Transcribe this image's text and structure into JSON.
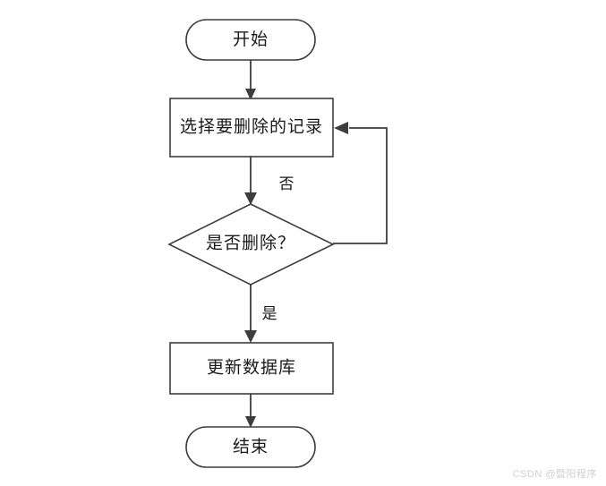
{
  "diagram": {
    "type": "flowchart",
    "title": "",
    "background_color": "#ffffff",
    "stroke_color": "#3d3d3d",
    "text_color": "#1a1a1a",
    "nodes": [
      {
        "id": "start",
        "shape": "terminator",
        "label": "开始"
      },
      {
        "id": "select",
        "shape": "process",
        "label": "选择要删除的记录"
      },
      {
        "id": "decide",
        "shape": "decision",
        "label": "是否删除？"
      },
      {
        "id": "update",
        "shape": "process",
        "label": "更新数据库"
      },
      {
        "id": "end",
        "shape": "terminator",
        "label": "结束"
      }
    ],
    "edges": [
      {
        "from": "start",
        "to": "select",
        "label": ""
      },
      {
        "from": "select",
        "to": "decide",
        "label": ""
      },
      {
        "from": "decide",
        "to": "select",
        "label": "否"
      },
      {
        "from": "decide",
        "to": "update",
        "label": "是"
      },
      {
        "from": "update",
        "to": "end",
        "label": ""
      }
    ],
    "edge_labels": {
      "no": "否",
      "yes": "是"
    }
  },
  "watermark": {
    "text": "CSDN @暨阳程序"
  }
}
